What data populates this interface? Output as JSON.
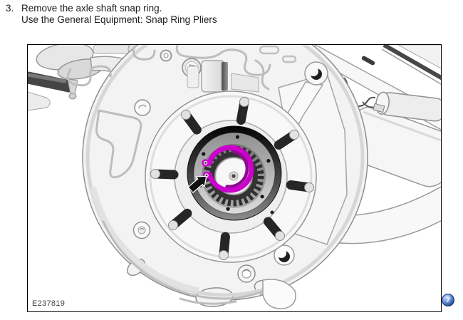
{
  "step": {
    "number": "3.",
    "instruction": "Remove the axle shaft snap ring.",
    "equipment_note": "Use the General Equipment: Snap Ring Pliers"
  },
  "figure": {
    "code": "E237819",
    "description": "Rear hub and backing plate assembly with axle shaft snap ring highlighted",
    "highlight_color": "#CC00CC",
    "highlight_shadow_color": "#8E0B8E",
    "arrow_color": "#111111"
  },
  "help": {
    "glyph": "?",
    "color": "#2d53a5"
  }
}
